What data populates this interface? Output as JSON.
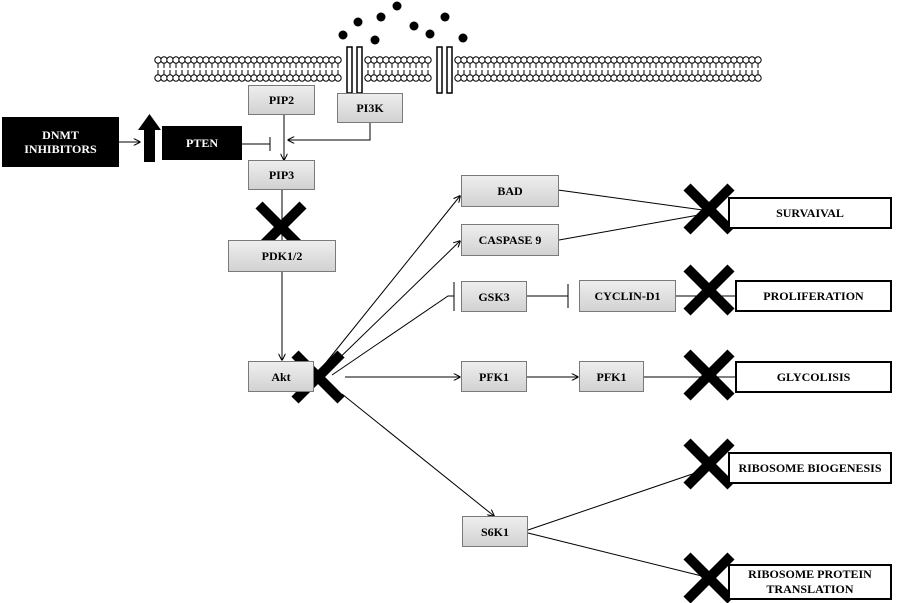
{
  "nodes": {
    "dnmt": "DNMT\nINHIBITORS",
    "pten": "PTEN",
    "pip2": "PIP2",
    "pi3k": "PI3K",
    "pip3": "PIP3",
    "pdk": "PDK1/2",
    "akt": "Akt",
    "bad": "BAD",
    "caspase9": "CASPASE 9",
    "gsk3": "GSK3",
    "cyclin": "CYCLIN-D1",
    "pfk1_a": "PFK1",
    "pfk1_b": "PFK1",
    "s6k1": "S6K1"
  },
  "outcomes": {
    "survival": "SURVAIVAL",
    "proliferation": "PROLIFERATION",
    "glycolisis": "GLYCOLISIS",
    "ribosome_biogenesis": "RIBOSOME BIOGENESIS",
    "ribosome_translation": "RIBOSOME PROTEIN\nTRANSLATION"
  },
  "colors": {
    "line": "#000000",
    "box_border": "#7a7a7a",
    "box_fill": "#dddddd"
  }
}
